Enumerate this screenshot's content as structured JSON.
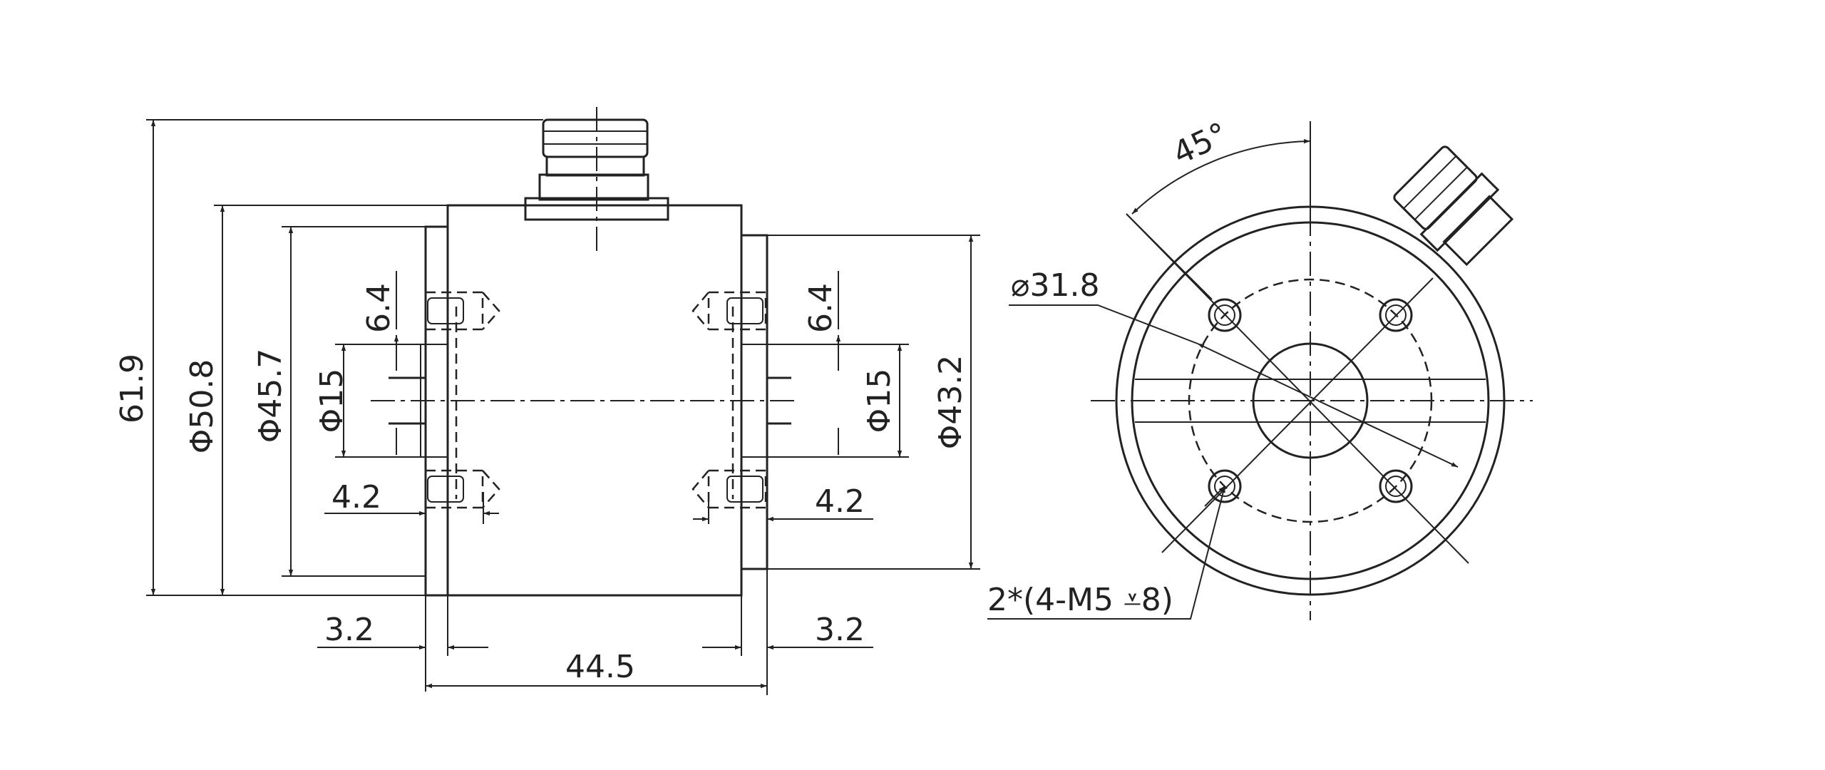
{
  "colors": {
    "line": "#222222",
    "background": "#ffffff"
  },
  "side_view": {
    "dims": {
      "overall_height": "61.9",
      "dia_50_8": "Φ50.8",
      "dia_45_7": "Φ45.7",
      "dia_15_left": "Φ15",
      "depth_6_4_left": "6.4",
      "depth_4_2_left": "4.2",
      "flange_3_2_left": "3.2",
      "overall_length": "44.5",
      "flange_3_2_right": "3.2",
      "depth_4_2_right": "4.2",
      "depth_6_4_right": "6.4",
      "dia_15_right": "Φ15",
      "dia_43_2": "Φ43.2"
    }
  },
  "end_view": {
    "angle": "45°",
    "bolt_circle": "⌀31.8",
    "thread_callout": "2*(4-M5 ⩡8)"
  }
}
